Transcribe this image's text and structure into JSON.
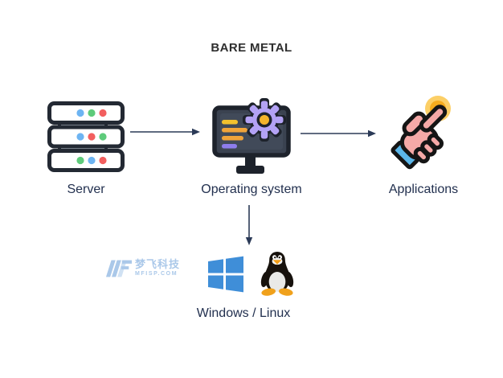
{
  "page": {
    "title": "BARE METAL"
  },
  "palette": {
    "title_text": "#2e2e2e",
    "label_text": "#22304f",
    "arrow": "#2b3a57",
    "server_dot_blue": "#6db4f2",
    "server_dot_green": "#5ecb7b",
    "server_dot_red": "#f25f5f",
    "gear_purple": "#b3a2f5",
    "screen_slate": "#3a4250",
    "line_gold": "#f3c12d",
    "line_orange": "#f1a43a",
    "line_purple": "#8e7ded",
    "hand_pink": "#f5a9a7",
    "cuff_blue": "#5bb6e9",
    "glow_outer": "#fccf66",
    "glow_inner": "#f5ab1e",
    "windows_blue": "#3f8ed8",
    "tux_orange": "#f0a11c",
    "watermark_blue": "#aac8e9"
  },
  "flow": {
    "nodes": [
      {
        "id": "server",
        "label": "Server",
        "icon": "server-icon"
      },
      {
        "id": "operating-system",
        "label": "Operating system",
        "icon": "monitor-gear-icon"
      },
      {
        "id": "applications",
        "label": "Applications",
        "icon": "tap-hand-icon"
      }
    ],
    "connections": [
      {
        "from": "server",
        "to": "operating-system",
        "direction": "right"
      },
      {
        "from": "operating-system",
        "to": "applications",
        "direction": "right"
      },
      {
        "from": "operating-system",
        "to": "os-options",
        "direction": "down"
      }
    ]
  },
  "os_options": {
    "label": "Windows / Linux",
    "icons": [
      "windows-logo",
      "linux-tux"
    ]
  },
  "watermark": {
    "logo": "MF",
    "brand": "梦飞科技",
    "site": "MFISP.COM"
  }
}
